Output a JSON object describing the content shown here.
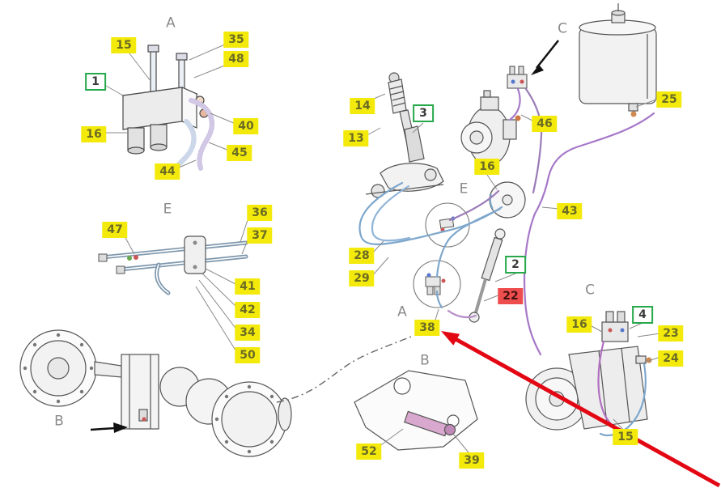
{
  "diagram": {
    "colors": {
      "callout_bg": "#f3ea0b",
      "callout_text": "#6b6b25",
      "green_border": "#27a84b",
      "red_callout_bg": "#ee4d4d",
      "hose_blue": "#7ea7cc",
      "hose_purple": "#a678c8",
      "pointer_arrow_red": "#e30613",
      "line_art": "#555555"
    },
    "sections": {
      "a_top": "A",
      "c_top": "C",
      "e_left": "E",
      "e_mid": "E",
      "a_mid": "A",
      "b_left": "B",
      "b_mid": "B",
      "c_right": "C"
    },
    "callouts": {
      "n15a": "15",
      "n35": "35",
      "n48": "48",
      "n1": "1",
      "n16a": "16",
      "n40": "40",
      "n45": "45",
      "n44": "44",
      "n47": "47",
      "n36": "36",
      "n37": "37",
      "n41": "41",
      "n42": "42",
      "n34": "34",
      "n50": "50",
      "n14": "14",
      "n13": "13",
      "n3": "3",
      "n28": "28",
      "n29": "29",
      "n16b": "16",
      "n46": "46",
      "n43": "43",
      "n25": "25",
      "n2": "2",
      "n22": "22",
      "n38": "38",
      "n52": "52",
      "n39": "39",
      "n16c": "16",
      "n4": "4",
      "n23": "23",
      "n24": "24",
      "n15b": "15"
    }
  }
}
